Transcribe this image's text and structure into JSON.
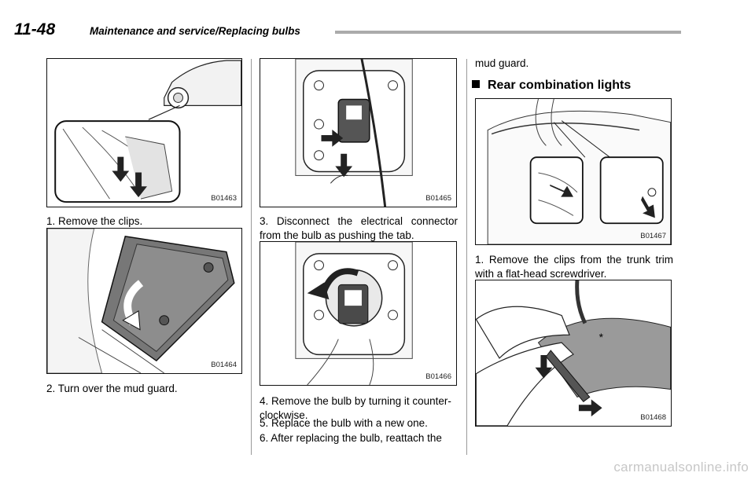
{
  "header": {
    "page_number": "11-48",
    "section_title": "Maintenance and service/Replacing bulbs"
  },
  "figures": {
    "b01463": "B01463",
    "b01464": "B01464",
    "b01465": "B01465",
    "b01466": "B01466",
    "b01467": "B01467",
    "b01468": "B01468"
  },
  "steps": {
    "col1_step1": "1.  Remove the clips.",
    "col1_step2": "2.  Turn over the mud guard.",
    "col2_step3": "3.  Disconnect the electrical connector from the bulb as pushing the tab.",
    "col2_step4": "4.  Remove the bulb by turning it counter-clockwise.",
    "col2_step5": "5.  Replace the bulb with a new one.",
    "col2_step6": "6.  After replacing the bulb, reattach the",
    "col3_continued": "mud guard.",
    "col3_step1": "1.  Remove the clips from the trunk trim with a flat-head screwdriver."
  },
  "rear_section": {
    "title": "Rear combination lights"
  },
  "watermark": "carmanualsonline.info"
}
